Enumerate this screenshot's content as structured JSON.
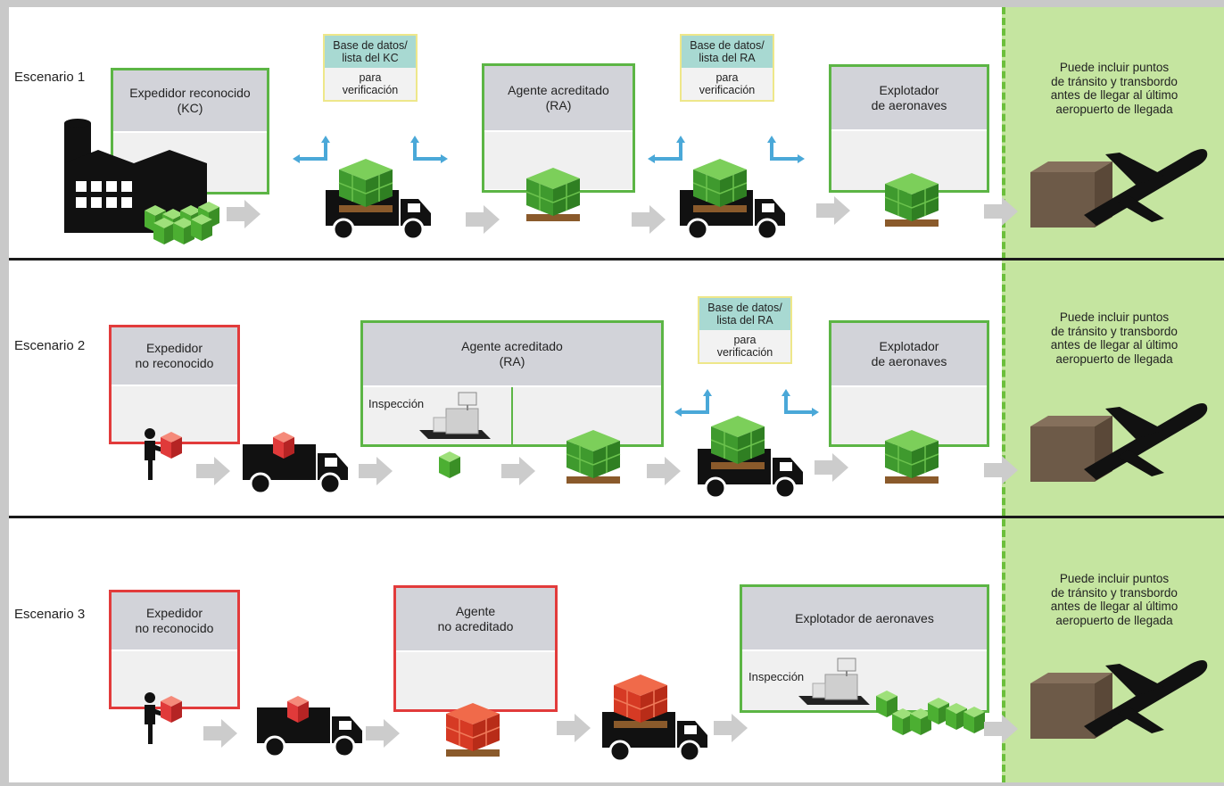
{
  "scenarios": [
    {
      "label": "Escenario 1"
    },
    {
      "label": "Escenario 2"
    },
    {
      "label": "Escenario 3"
    }
  ],
  "boxes": {
    "s1_kc": "Expedidor reconocido\n(KC)",
    "s1_ra": "Agente acreditado\n(RA)",
    "s1_op": "Explotador\nde aeronaves",
    "s2_unknown": "Expedidor\nno reconocido",
    "s2_ra": "Agente acreditado\n(RA)",
    "s2_op": "Explotador\nde aeronaves",
    "s3_unknown": "Expedidor\nno reconocido",
    "s3_agent": "Agente\nno acreditado",
    "s3_op": "Explotador de aeronaves"
  },
  "databases": {
    "s1_kc": {
      "title": "Base de datos/\nlista del KC",
      "sub": "para\nverificación"
    },
    "s1_ra": {
      "title": "Base de datos/\nlista del RA",
      "sub": "para\nverificación"
    },
    "s2_ra": {
      "title": "Base de datos/\nlista del RA",
      "sub": "para\nverificación"
    }
  },
  "inspection_label": "Inspección",
  "transit_note": "Puede incluir puntos\nde tránsito y transbordo\nantes de llegar al último\naeropuerto de llegada",
  "colors": {
    "green_border": "#5cb545",
    "red_border": "#e23b3b",
    "green_zone": "#c5e5a0",
    "db_header": "#a8d9d2",
    "arrow_blue": "#4aa8d8",
    "flow_arrow": "#cccccc"
  }
}
